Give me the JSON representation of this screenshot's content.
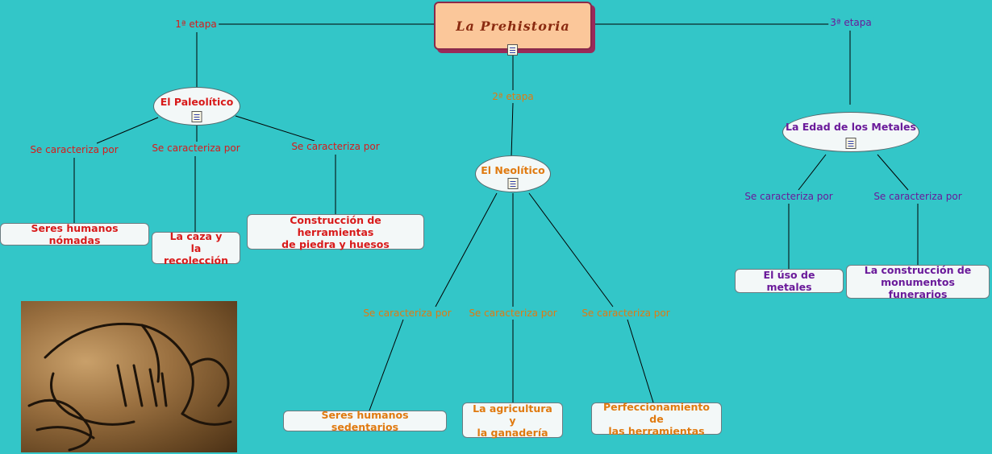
{
  "root": {
    "title": "La Prehistoria"
  },
  "stages": {
    "s1": "1ª etapa",
    "s2": "2ª etapa",
    "s3": "3ª etapa"
  },
  "paleolitico": {
    "title": "El Paleolítico",
    "link_label": "Se caracteriza por",
    "items": [
      "Seres humanos nómadas",
      "La caza y\nla recolección",
      "Construcción de herramientas\nde piedra y huesos"
    ]
  },
  "neolitico": {
    "title": "El Neolítico",
    "link_label": "Se caracteriza por",
    "items": [
      "Seres humanos sedentarios",
      "La agricultura  y\nla ganadería",
      "Perfeccionamiento de\nlas herramientas"
    ]
  },
  "metales": {
    "title": "La Edad de los Metales",
    "link_label": "Se caracteriza por",
    "items": [
      "El úso de metales",
      "La construcción de\nmonumentos funerarios"
    ]
  },
  "colors": {
    "background": "#33c6c8",
    "paleolitico": "#d81a1a",
    "neolitico": "#e07a10",
    "metales": "#6a1a9a",
    "root_fill": "#fbc79a"
  },
  "icons": {
    "note": "note-icon",
    "photo": "cave-painting-image"
  }
}
